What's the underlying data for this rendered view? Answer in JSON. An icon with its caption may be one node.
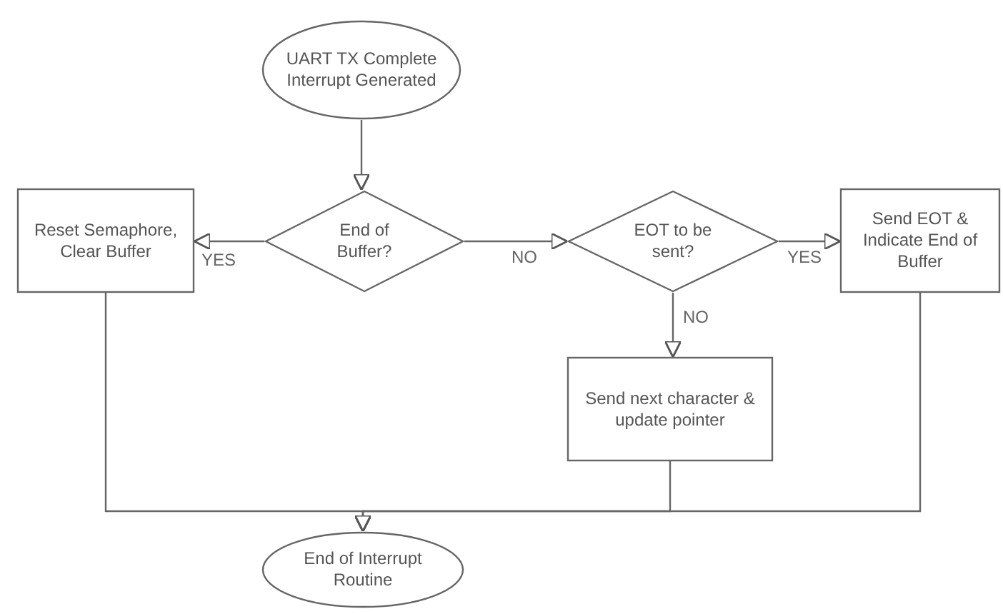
{
  "diagram": {
    "nodes": [
      {
        "text": [
          "UART TX Complete Interrupt Generated"
        ]
      },
      {
        "text": [
          "End of Buffer?"
        ]
      },
      {
        "text": [
          "Reset Semaphore, Clear Buffer"
        ]
      },
      {
        "text": [
          "EOT to be sent?"
        ]
      },
      {
        "text": [
          "Send EOT & Indicate End of Buffer"
        ]
      },
      {
        "text": [
          "Send next character & update pointer"
        ]
      },
      {
        "text": [
          "End of Interrupt Routine"
        ]
      }
    ],
    "edges": [
      {
        "from": 0,
        "to": 1,
        "arrow": "to"
      },
      {
        "from": 1,
        "to": 2,
        "arrow": "to",
        "label": "YES"
      },
      {
        "from": 1,
        "to": 3,
        "arrow": "to",
        "label": "NO"
      },
      {
        "from": 3,
        "to": 4,
        "arrow": "to",
        "label": "YES"
      },
      {
        "from": 3,
        "to": 5,
        "arrow": "to",
        "label": "NO"
      },
      {
        "from": 2,
        "to": 6,
        "arrow": "to"
      },
      {
        "from": 5,
        "to": 6,
        "arrow": "to"
      },
      {
        "from": 4,
        "to": 6,
        "arrow": "to"
      }
    ]
  }
}
